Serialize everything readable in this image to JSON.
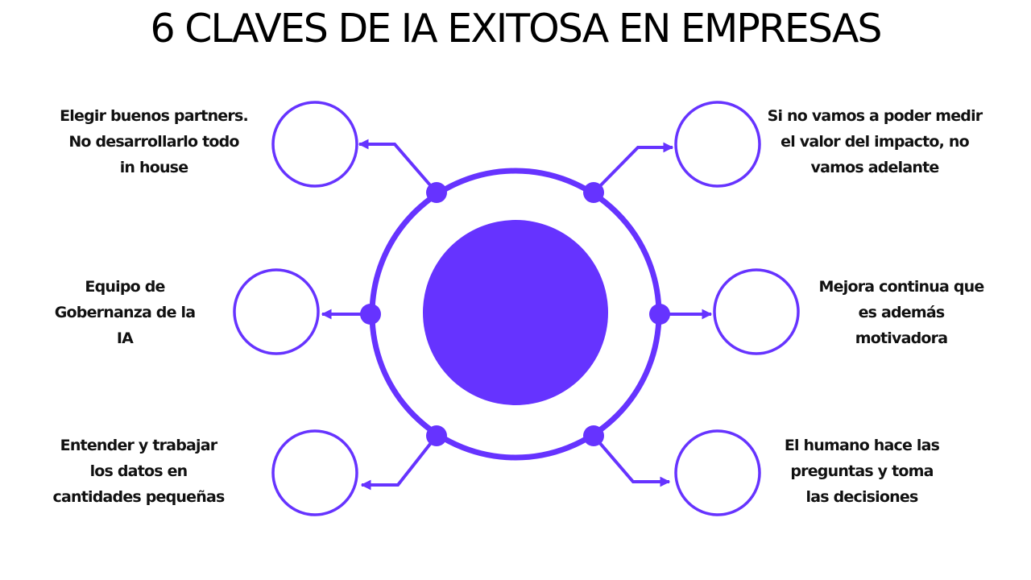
{
  "title": "6 CLAVES DE IA EXITOSA EN EMPRESAS",
  "colors": {
    "accent": "#6633ff",
    "text": "#111111",
    "background": "#ffffff"
  },
  "keys": [
    {
      "lines": [
        "Elegir buenos partners.",
        "No desarrollarlo todo",
        "in house"
      ]
    },
    {
      "lines": [
        "Si no vamos a poder medir",
        "el valor del impacto, no",
        "vamos adelante"
      ]
    },
    {
      "lines": [
        "Equipo de",
        "Gobernanza de la",
        "IA"
      ]
    },
    {
      "lines": [
        "Mejora continua que",
        "es además",
        "motivadora"
      ]
    },
    {
      "lines": [
        "Entender y trabajar",
        "los datos en",
        "cantidades pequeñas"
      ]
    },
    {
      "lines": [
        "El humano hace las",
        "preguntas y toma",
        "las decisiones"
      ]
    }
  ]
}
